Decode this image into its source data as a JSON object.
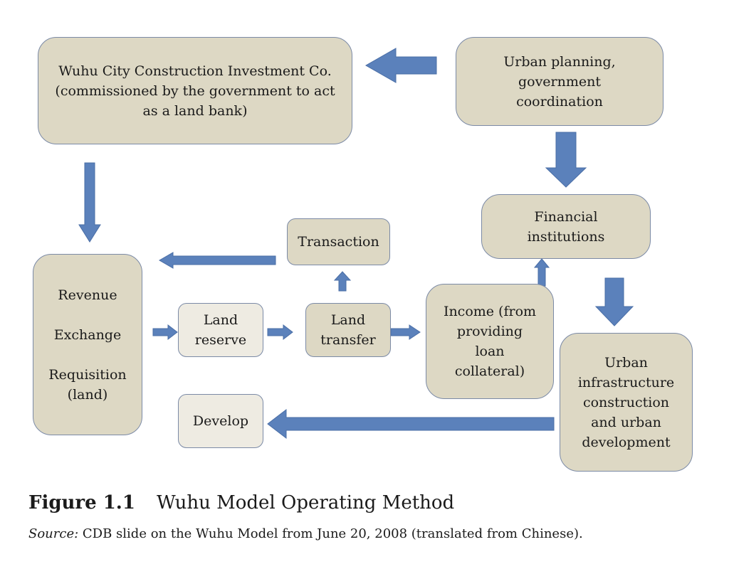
{
  "nodes": {
    "wuhu_city": "Wuhu City Construction Investment Co.\n(commissioned by the government to act\nas a land bank)",
    "urban_planning": "Urban planning,\ngovernment\ncoordination",
    "financial_institutions": "Financial\ninstitutions",
    "transaction": "Transaction",
    "revenue_exchange": "Revenue\n\nExchange\n\nRequisition\n(land)",
    "land_reserve": "Land\nreserve",
    "land_transfer": "Land\ntransfer",
    "income": "Income (from\nproviding\nloan\ncollateral)",
    "urban_infrastructure": "Urban\ninfrastructure\nconstruction\nand urban\ndevelopment",
    "develop": "Develop"
  },
  "caption": {
    "label": "Figure 1.1",
    "title": "Wuhu Model Operating Method",
    "source_label": "Source:",
    "source_text": " CDB slide on the Wuhu Model from June 20, 2008 (translated from Chinese)."
  },
  "colors": {
    "box_dark": "#ddd8c4",
    "box_light": "#eeebe2",
    "box_border": "#7b8aa6",
    "arrow": "#5b81bb"
  }
}
